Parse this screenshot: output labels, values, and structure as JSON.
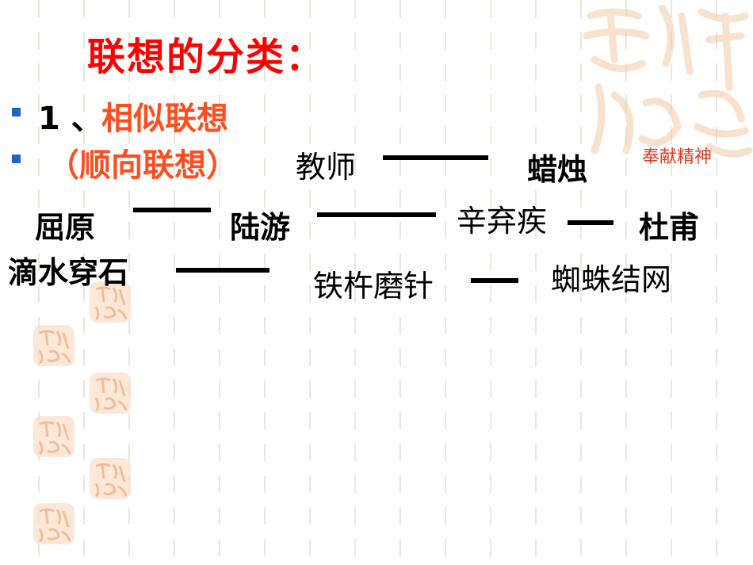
{
  "title": "联想的分类：",
  "bullet1": {
    "number": "1 、",
    "heading": "相似联想"
  },
  "bullet2": {
    "heading": "（顺向联想）"
  },
  "pairs": {
    "teacher": "教师",
    "candle": "蜡烛",
    "spirit": "奉献精神",
    "quyuan": "屈原",
    "luyou": "陆游",
    "xinqiji": "辛弃疾",
    "dufu": "杜甫",
    "dishui": "滴水穿石",
    "tiechu": "铁杵磨针",
    "zhizhu": "蜘蛛结网"
  },
  "colors": {
    "title": "#ff0000",
    "heading": "#ff4d1f",
    "bullet": "#1f63c6",
    "spirit": "#e03a20"
  },
  "decor": {
    "seal_icon": "auspicious-seal-icon"
  }
}
